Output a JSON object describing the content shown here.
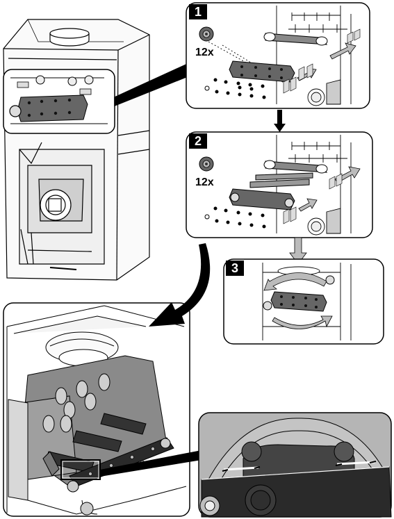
{
  "steps": [
    {
      "number": "1",
      "quantity": "12x"
    },
    {
      "number": "2",
      "quantity": "12x"
    },
    {
      "number": "3"
    }
  ],
  "colors": {
    "background": "#ffffff",
    "line": "#000000",
    "badge": "#000000",
    "panel_gray": "#9a9a9a",
    "dark_gray": "#555555",
    "light_gray": "#d8d8d8"
  },
  "icons": [
    "nut-icon",
    "arrow-down-icon",
    "rotate-arrow-icon",
    "curved-arrow-icon"
  ]
}
